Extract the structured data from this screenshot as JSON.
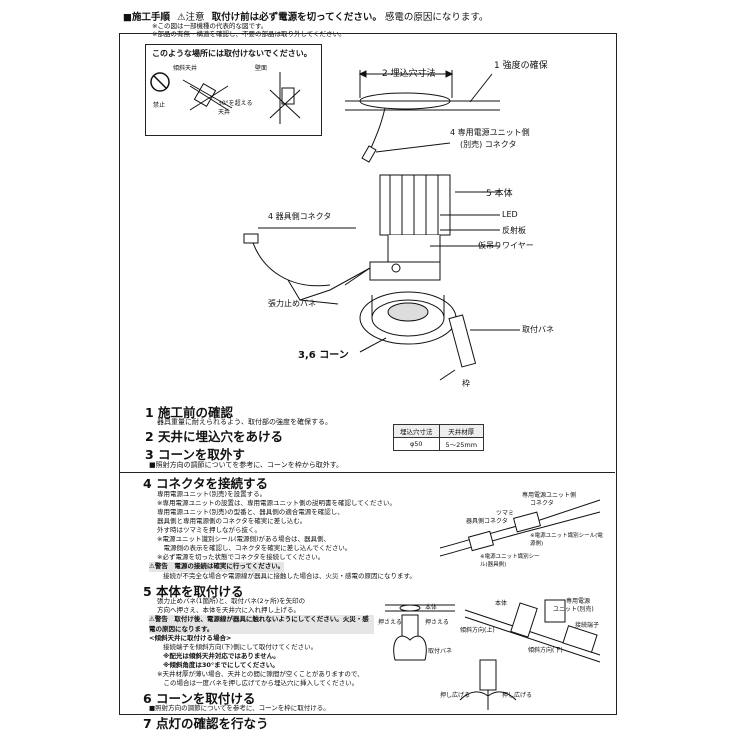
{
  "header": {
    "title": "■施工手順",
    "warning_mark": "⚠注意",
    "warning": "取付け前は必ず電源を切ってください。",
    "warning_tail": "感電の原因になります。"
  },
  "notes": [
    "※この図は一部機種の代表的な図です。",
    "※部品の有無・構造を確認し、不要の部品は取り外してください。"
  ],
  "caution": {
    "title": "このような場所には取付けないでください。",
    "slope": "傾斜天井",
    "wall": "壁面",
    "prohibit": "禁止",
    "angle": "30°を超える天井"
  },
  "labels": {
    "hole": "2 埋込穴寸法",
    "strength": "1 強度の確保",
    "unit_conn": "4 専用電源ユニット側",
    "unit_conn2": "(別売) コネクタ",
    "body": "5 本体",
    "fixture_conn": "4 器具側コネクタ",
    "led": "LED",
    "reflector": "反射板",
    "wire": "仮吊りワイヤー",
    "spring": "張力止めバネ",
    "mount_spring": "取付バネ",
    "cone": "3,6 コーン",
    "frame": "枠"
  },
  "steps": {
    "s1": {
      "title": "1 施工前の確認",
      "text": "器具重量に耐えられるよう、取付部の強度を確保する。"
    },
    "s2": {
      "title": "2 天井に埋込穴をあける"
    },
    "s3": {
      "title": "3 コーンを取外す",
      "text": "■照射方向の調節についてを参考に、コーンを枠から取外す。"
    },
    "s4": {
      "title": "4 コネクタを接続する",
      "lines": [
        "専用電源ユニット(別売)を設置する。",
        "※専用電源ユニットの設置は、専用電源ユニット側の説明書を確認してください。",
        "専用電源ユニット(別売)の型番と、器具側の適合電源を確認し、",
        "器具側と専用電源側のコネクタを確実に差し込む。",
        "外す時はツマミを押しながら抜く。",
        "※電源ユニット識別シール(電源側)がある場合は、器具側、",
        "　電源側の表示を確認し、コネクタを確実に差し込んでください。",
        "※必ず電源を切った状態でコネクタを接続してください。",
        "⚠警告　電源の接続は確実に行ってください。",
        "接続が不完全な場合や電源線が器具に接触した場合は、火災・感電の原因になります。"
      ]
    },
    "s5": {
      "title": "5 本体を取付ける",
      "lines": [
        "張力止めバネ(1箇所)と、取付バネ(2ヶ所)を矢印の",
        "方向へ押さえ、本体を天井穴に入れ押し上げる。",
        "⚠警告　取付け後、電源線が器具に触れないようにしてください。火災・感電の原因になります。",
        "<傾斜天井に取付ける場合>",
        "接続端子を傾斜方向(下)側にして取付けてください。",
        "※配光は傾斜天井対応ではありません。",
        "※傾斜角度は30°までにしてください。",
        "※天井材厚が薄い場合、天井との間に隙間が空くことがありますので、",
        "　この場合は一度バネを押し広げてから埋込穴に挿入してください。"
      ]
    },
    "s6": {
      "title": "6 コーンを取付ける",
      "text": "■照射方向の調節についてを参考に、コーンを枠に取付ける。"
    },
    "s7": {
      "title": "7 点灯の確認を行なう"
    }
  },
  "spec_table": {
    "headers": [
      "埋込穴寸法",
      "天井材厚"
    ],
    "row": [
      "φ50",
      "5〜25mm"
    ]
  },
  "fig_right": {
    "unit": "専用電源ユニット側",
    "conn": "コネクタ",
    "knob": "ツマミ",
    "fix_conn": "器具側コネクタ",
    "seal_p": "※電源ユニット識別シール(電源側)",
    "seal_f": "※電源ユニット識別シール(器具側)"
  },
  "fig_bottom": {
    "body": "本体",
    "push": "押さえる",
    "spring": "押さえる",
    "mount": "取付バネ",
    "slope_up": "傾斜方向(上)",
    "body2": "本体",
    "unit": "専用電源",
    "unit2": "ユニット(別売)",
    "terminal": "接続端子",
    "slope_down": "傾斜方向(下)",
    "push_open": "押し広げる",
    "push_open2": "押し広げる"
  }
}
